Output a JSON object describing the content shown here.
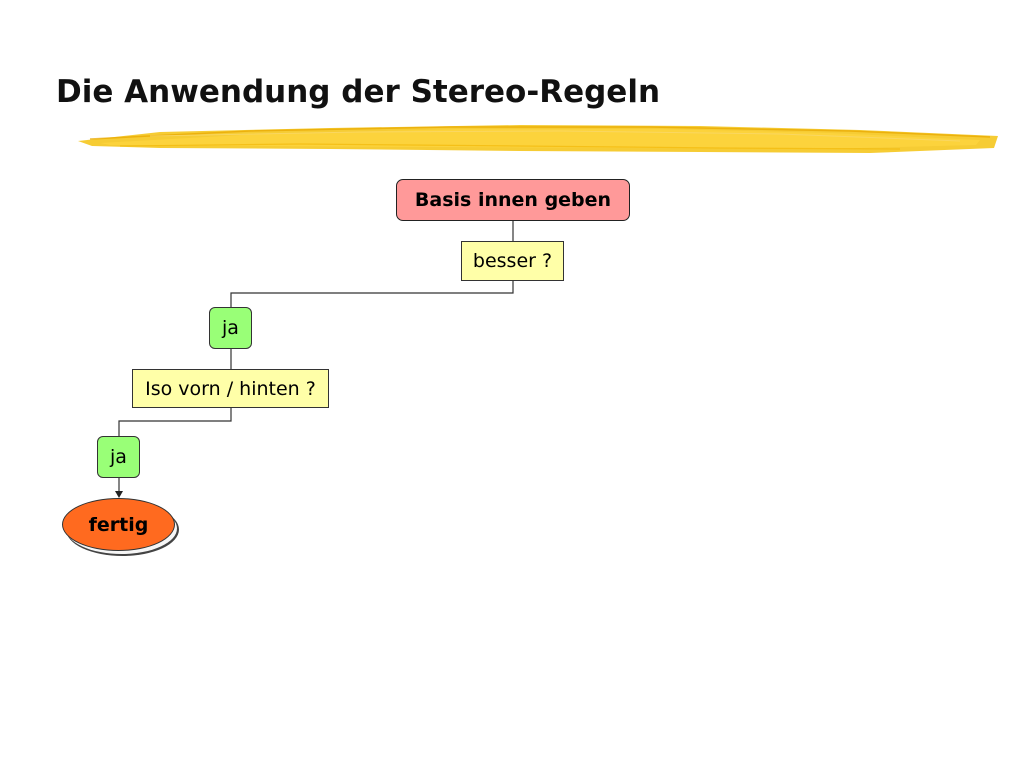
{
  "slide": {
    "title": "Die Anwendung der Stereo-Regeln"
  },
  "flowchart": {
    "nodes": [
      {
        "id": "start",
        "label": "Basis innen geben"
      },
      {
        "id": "q1",
        "label": "besser ?"
      },
      {
        "id": "yes1",
        "label": "ja"
      },
      {
        "id": "q2",
        "label": "Iso vorn / hinten ?"
      },
      {
        "id": "yes2",
        "label": "ja"
      },
      {
        "id": "end",
        "label": "fertig"
      }
    ],
    "edges": [
      {
        "from": "start",
        "to": "q1"
      },
      {
        "from": "q1",
        "to": "yes1"
      },
      {
        "from": "yes1",
        "to": "q2"
      },
      {
        "from": "q2",
        "to": "yes2"
      },
      {
        "from": "yes2",
        "to": "end",
        "arrow": true
      }
    ]
  },
  "colors": {
    "start_fill": "#ff9999",
    "question_fill": "#ffffa8",
    "yes_fill": "#99ff77",
    "end_fill": "#ff6a1f",
    "underline_brush": "#f5c518"
  }
}
